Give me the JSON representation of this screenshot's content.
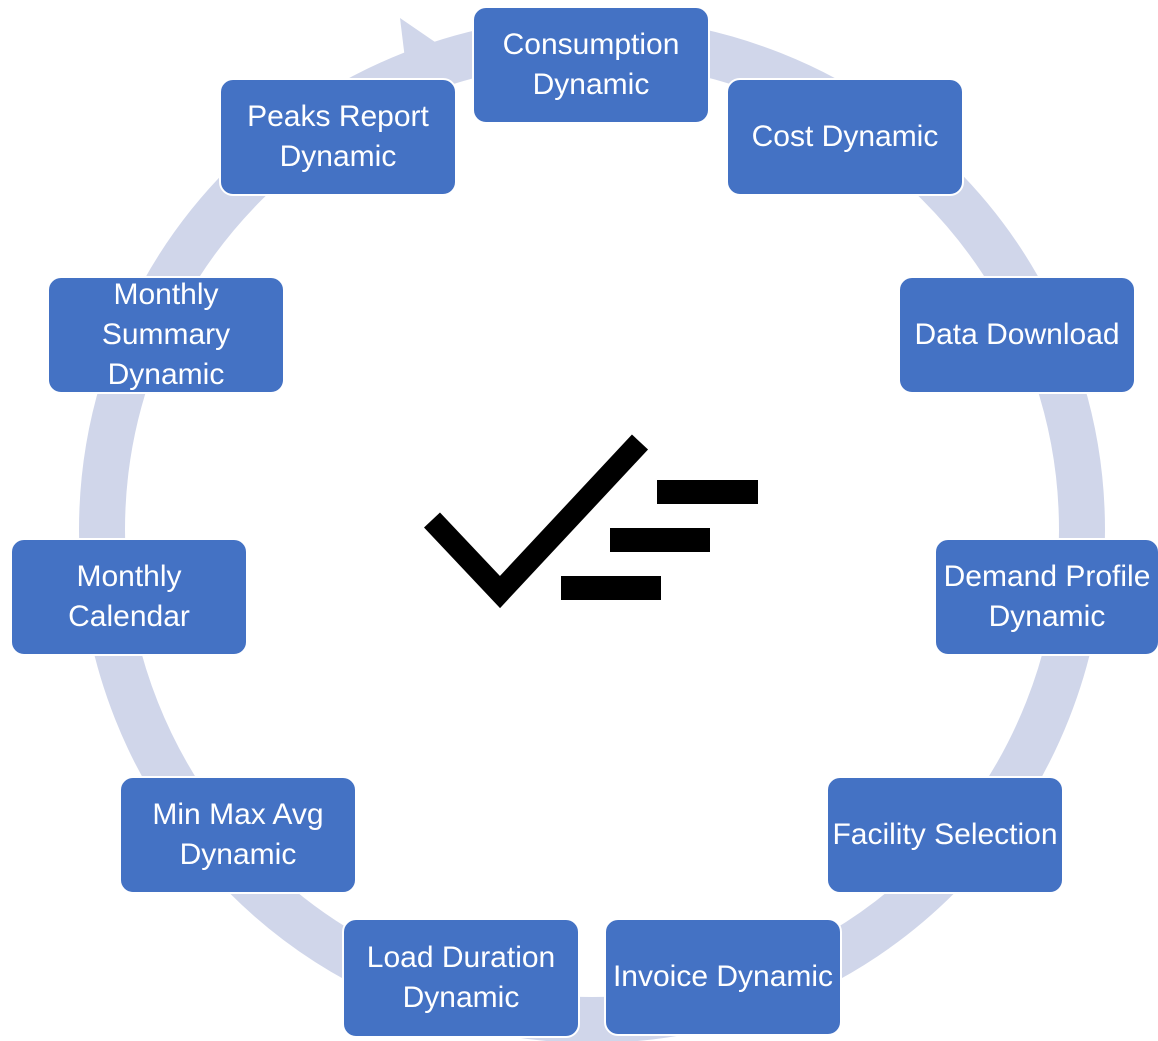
{
  "colors": {
    "node_fill": "#4472c4",
    "node_text": "#ffffff",
    "ring": "#d0d6ea",
    "icon": "#000000"
  },
  "center_icon": "checklist-icon",
  "nodes": [
    {
      "id": "consumption",
      "label": "Consumption Dynamic"
    },
    {
      "id": "cost",
      "label": "Cost Dynamic"
    },
    {
      "id": "data-download",
      "label": "Data Download"
    },
    {
      "id": "demand-profile",
      "label": "Demand Profile Dynamic"
    },
    {
      "id": "facility-selection",
      "label": "Facility Selection"
    },
    {
      "id": "invoice",
      "label": "Invoice Dynamic"
    },
    {
      "id": "load-duration",
      "label": "Load Duration Dynamic"
    },
    {
      "id": "min-max-avg",
      "label": "Min Max Avg Dynamic"
    },
    {
      "id": "monthly-calendar",
      "label": "Monthly Calendar"
    },
    {
      "id": "monthly-summary",
      "label": "Monthly Summary Dynamic"
    },
    {
      "id": "peaks-report",
      "label": "Peaks Report Dynamic"
    }
  ]
}
